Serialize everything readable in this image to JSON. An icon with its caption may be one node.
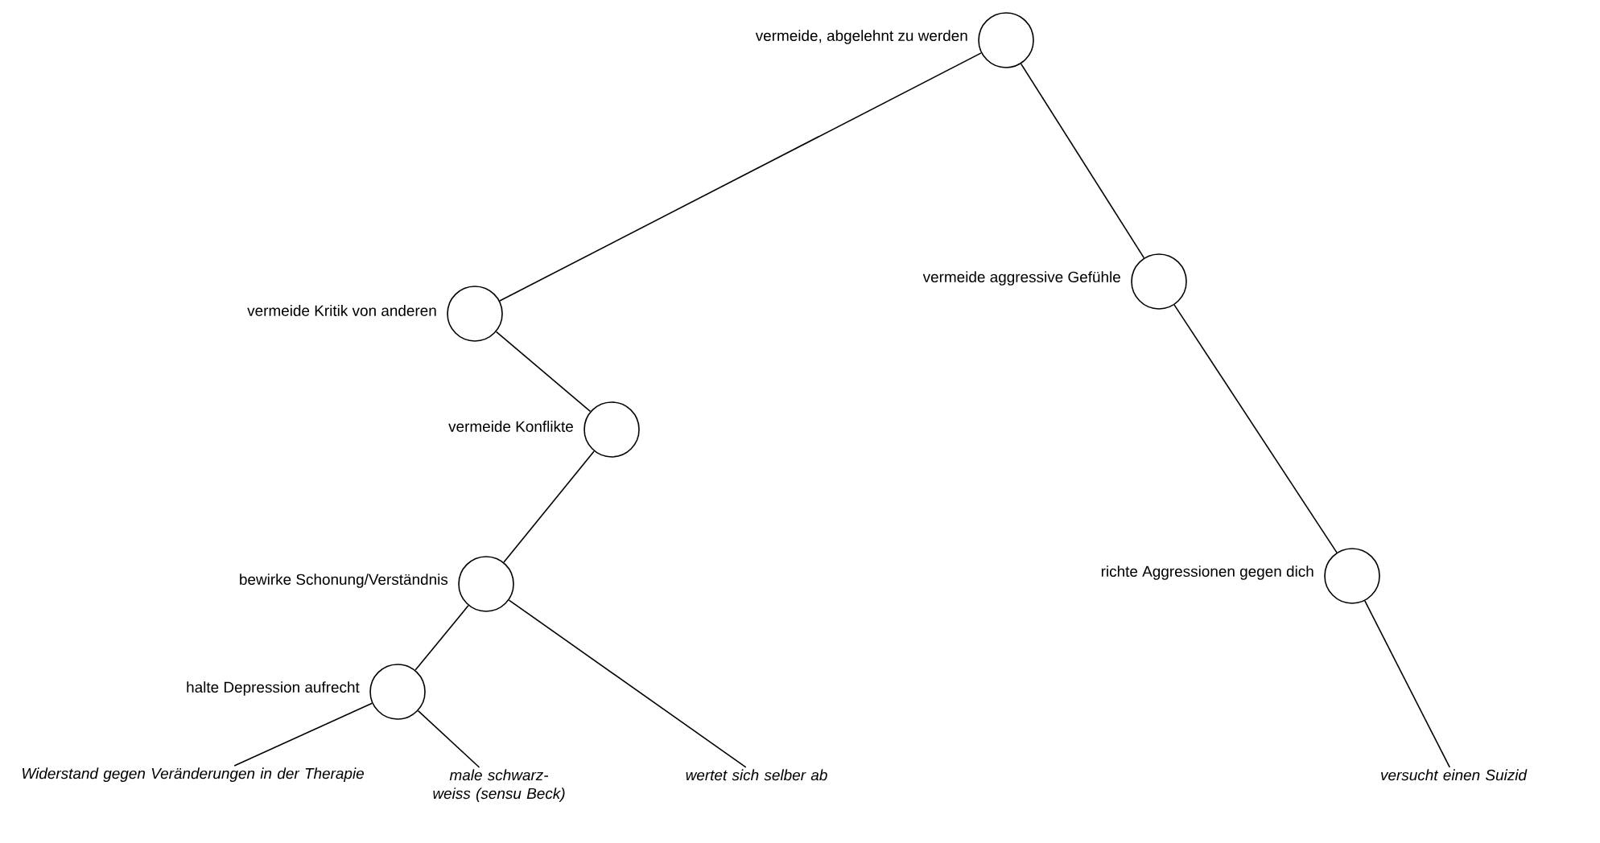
{
  "diagram": {
    "nodes": [
      {
        "text": [],
        "shape": "circle",
        "beside": [
          "vermeide, abgelehnt zu werden"
        ]
      },
      {
        "text": [],
        "shape": "circle",
        "beside": [
          "vermeide Kritik von anderen"
        ]
      },
      {
        "text": [],
        "shape": "circle",
        "beside": [
          "vermeide aggressive Gefühle"
        ]
      },
      {
        "text": [],
        "shape": "circle",
        "beside": [
          "vermeide Konflikte"
        ]
      },
      {
        "text": [],
        "shape": "circle",
        "beside": [
          "bewirke Schonung/Verständnis"
        ]
      },
      {
        "text": [],
        "shape": "circle",
        "beside": [
          "richte Aggressionen gegen dich"
        ]
      },
      {
        "text": [],
        "shape": "circle",
        "beside": [
          "halte Depression aufrecht"
        ]
      },
      {
        "text": [
          "Widerstand gegen Veränderungen in der Therapie"
        ]
      },
      {
        "text": [
          "male schwarz- weiss (sensu Beck)"
        ]
      },
      {
        "text": [
          "wertet sich selber ab"
        ]
      },
      {
        "text": [
          "versucht einen Suizid"
        ]
      }
    ],
    "edges": [
      {
        "from": 0,
        "to": 1,
        "arrow": "none"
      },
      {
        "from": 0,
        "to": 2,
        "arrow": "none"
      },
      {
        "from": 1,
        "to": 3,
        "arrow": "none"
      },
      {
        "from": 3,
        "to": 4,
        "arrow": "none"
      },
      {
        "from": 4,
        "to": 6,
        "arrow": "none"
      },
      {
        "from": 4,
        "to": 9,
        "arrow": "none"
      },
      {
        "from": 2,
        "to": 5,
        "arrow": "none"
      },
      {
        "from": 5,
        "to": 10,
        "arrow": "none"
      },
      {
        "from": 6,
        "to": 7,
        "arrow": "none"
      },
      {
        "from": 6,
        "to": 8,
        "arrow": "none"
      }
    ]
  }
}
